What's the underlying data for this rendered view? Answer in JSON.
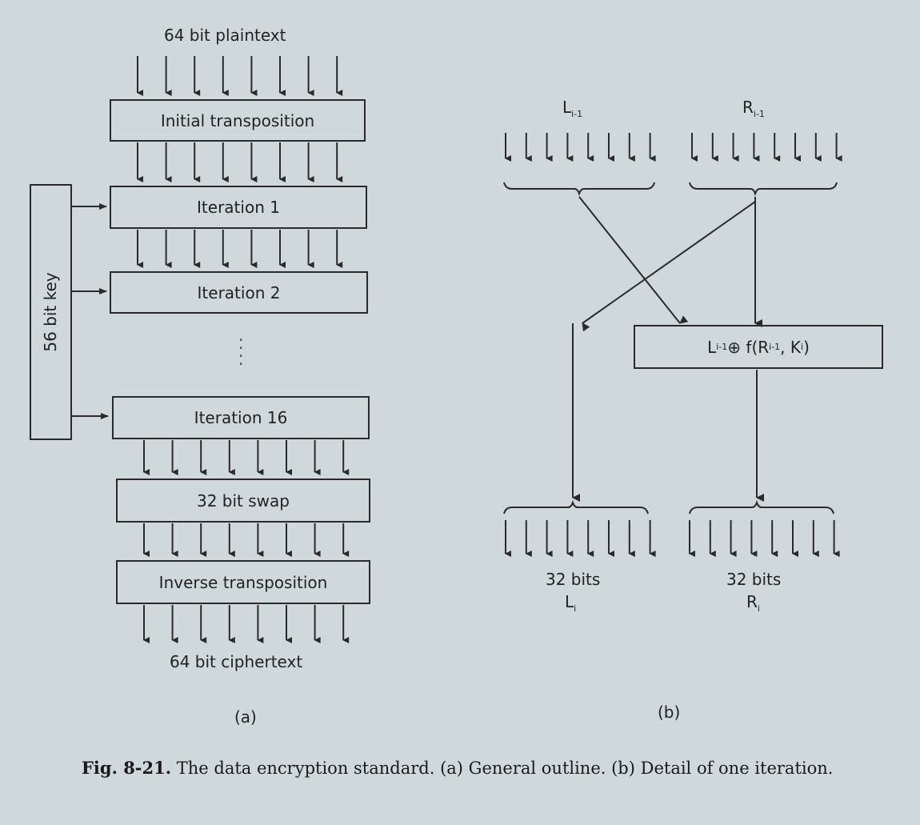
{
  "part_a": {
    "input_label": "64 bit plaintext",
    "key_label": "56 bit key",
    "blocks": {
      "initial": "Initial transposition",
      "iter1": "Iteration 1",
      "iter2": "Iteration 2",
      "iter16": "Iteration 16",
      "swap": "32 bit swap",
      "inverse": "Inverse transposition"
    },
    "output_label": "64 bit ciphertext",
    "sub_label": "(a)"
  },
  "part_b": {
    "left_in": "L",
    "left_in_sub": "i-1",
    "right_in": "R",
    "right_in_sub": "i-1",
    "func_box": "L",
    "func_box_sub1": "i-1",
    "func_box_mid": " ⊕ f(R",
    "func_box_sub2": "i-1",
    "func_box_mid2": ", K",
    "func_box_sub3": "i",
    "func_box_end": ")",
    "left_out_bits": "32 bits",
    "left_out": "L",
    "left_out_sub": "i",
    "right_out_bits": "32 bits",
    "right_out": "R",
    "right_out_sub": "i",
    "sub_label": "(b)"
  },
  "caption": {
    "fig": "Fig. 8-21.",
    "text": " The data encryption standard.  (a) General outline.  (b) Detail of one iteration."
  }
}
